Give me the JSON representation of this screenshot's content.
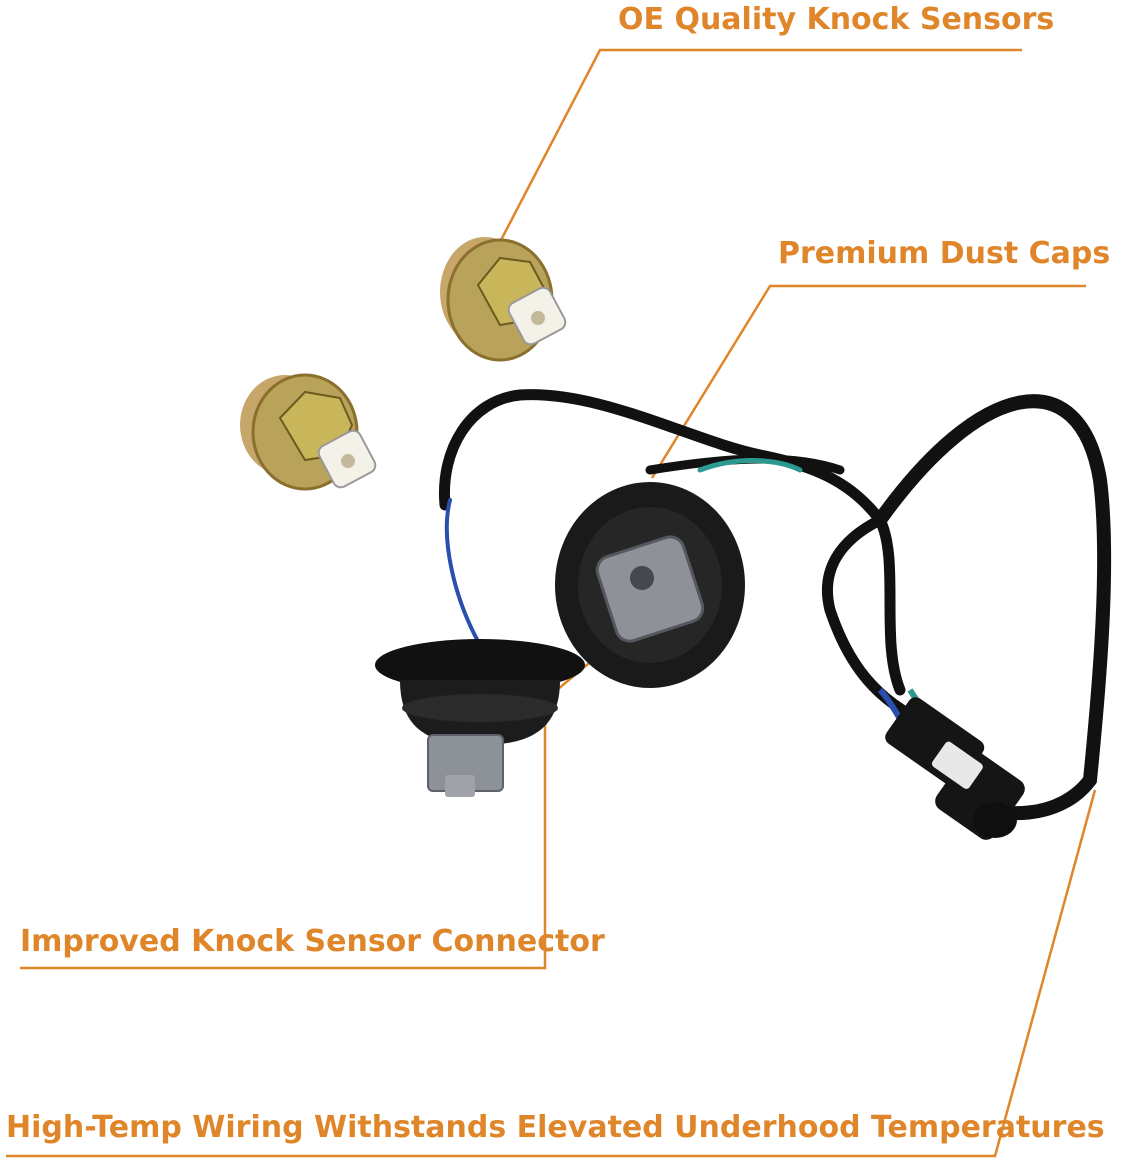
{
  "callouts": {
    "oe_quality": "OE Quality Knock Sensors",
    "dust_caps": "Premium Dust Caps",
    "connector": "Improved Knock Sensor Connector",
    "wiring": "High-Temp Wiring Withstands Elevated Underhood Temperatures"
  },
  "colors": {
    "callout": "#e0862a",
    "cable": "#111111",
    "blue_wire": "#2a4fae",
    "teal_wire": "#2c9a8e",
    "sensor_metal": "#b9a25a"
  }
}
